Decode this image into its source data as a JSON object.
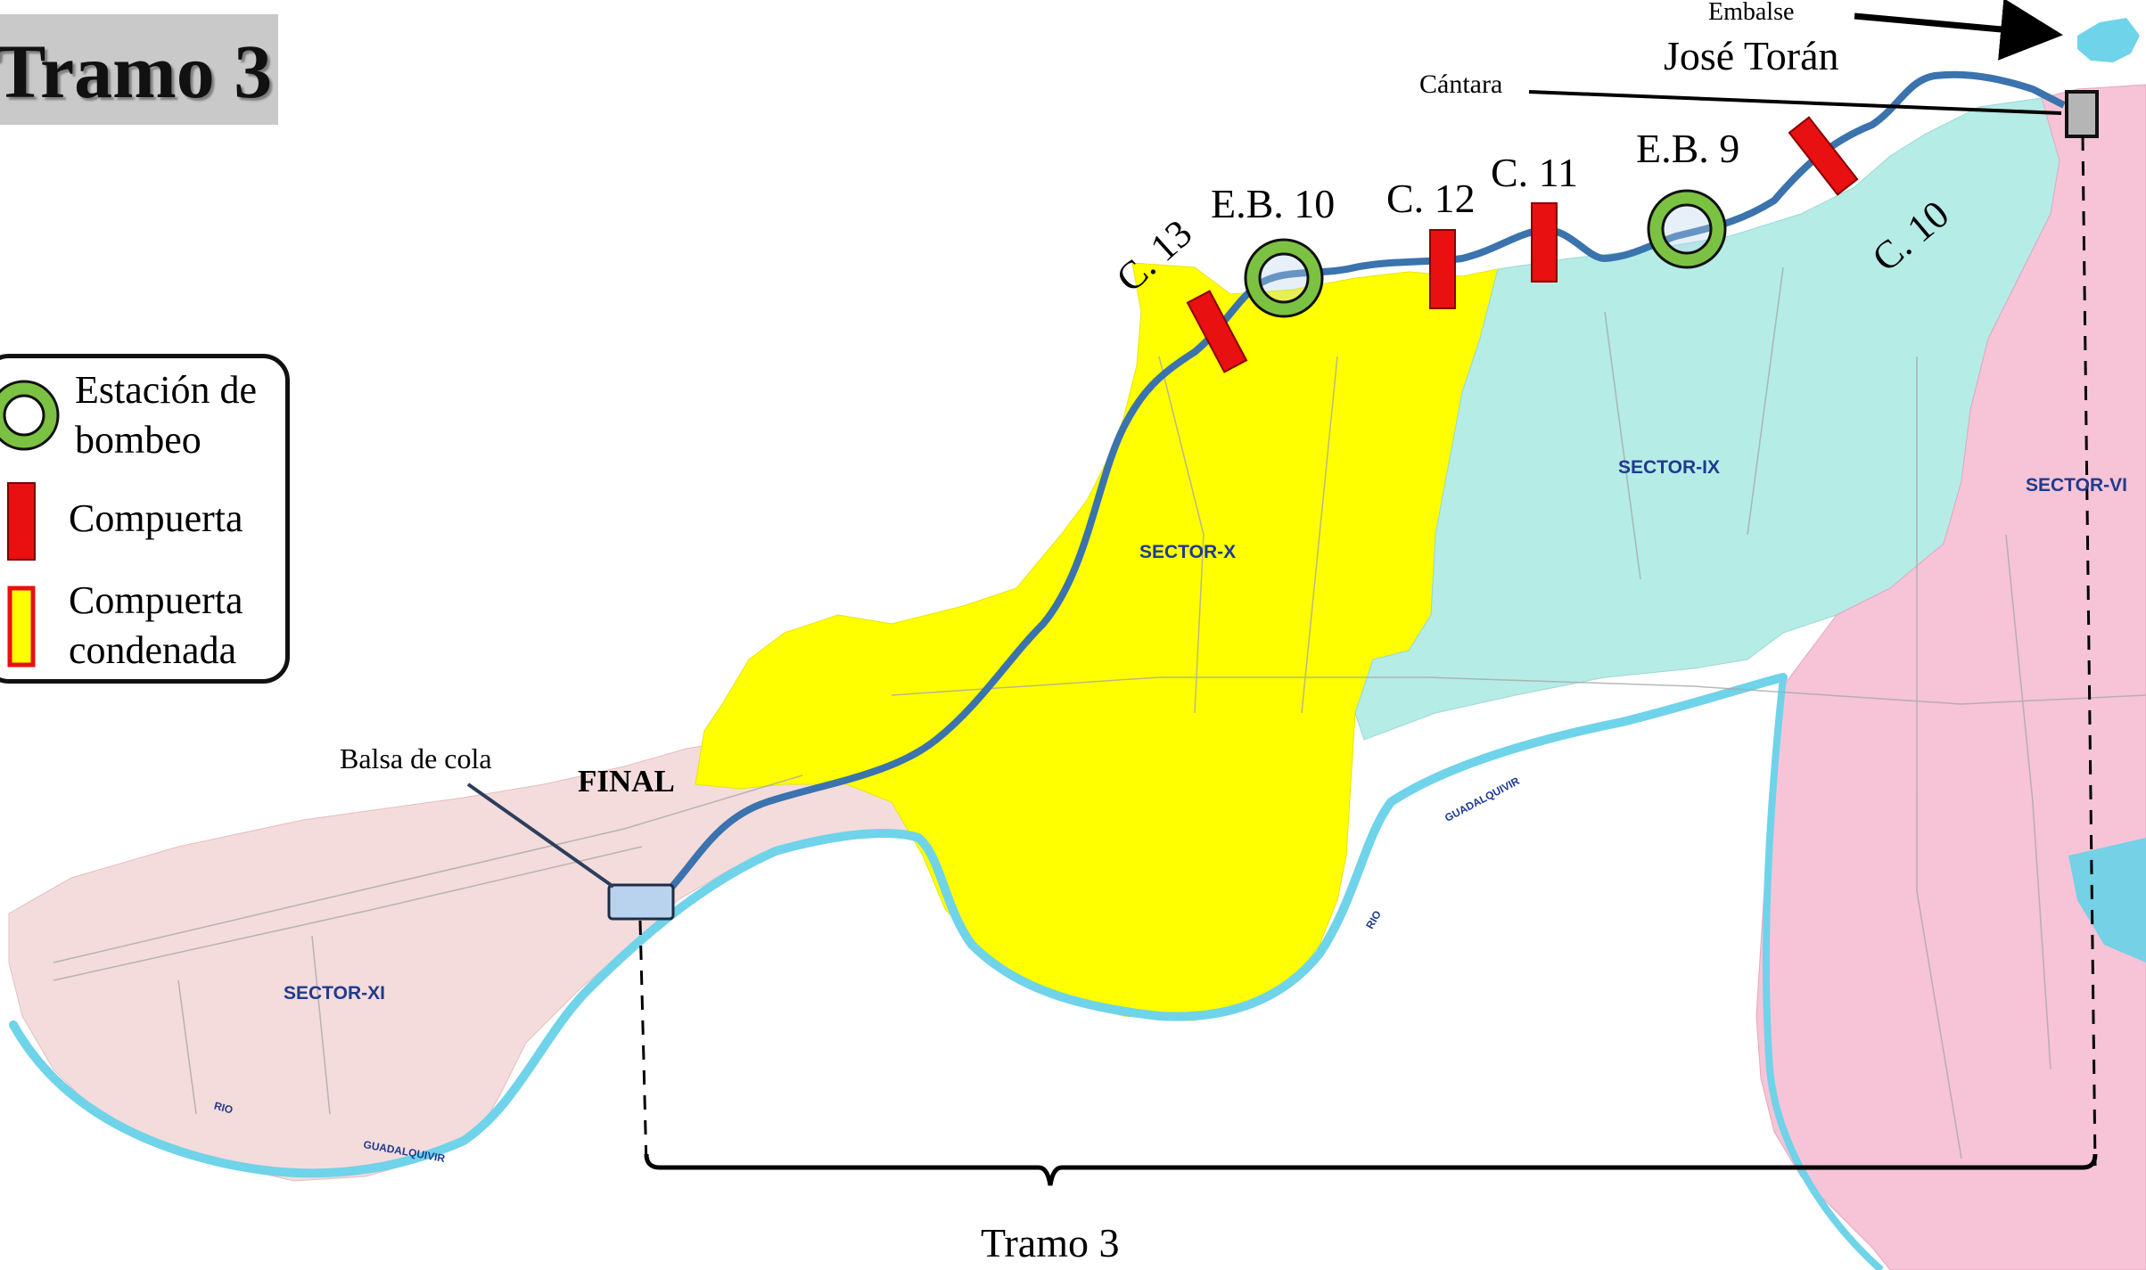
{
  "title": "Tramo 3",
  "legend": {
    "pump_label_1": "Estación de",
    "pump_label_2": "bombeo",
    "gate_label": "Compuerta",
    "condemned_label_1": "Compuerta",
    "condemned_label_2": "condenada"
  },
  "reservoir": {
    "line1": "Embalse",
    "line2": "José Torán"
  },
  "start_label": "Cántara",
  "pumps": [
    "E.B. 10",
    "E.B. 9"
  ],
  "gates": [
    "C. 13",
    "C. 12",
    "C. 11",
    "C. 10"
  ],
  "tail_pond": "Balsa de cola",
  "end_label": "FINAL",
  "span_label": "Tramo 3",
  "sectors": [
    "SECTOR-XI",
    "SECTOR-X",
    "SECTOR-IX",
    "SECTOR-VI"
  ],
  "river_labels": [
    "GUADALQUIVIR",
    "RIO",
    "GUADALQUIVIR",
    "RIO"
  ],
  "colors": {
    "sector_xi": "#f4dcdc",
    "sector_x": "#ffff00",
    "sector_ix": "#b5ece6",
    "sector_vi": "#f6c4d6",
    "river": "#6fd3ea",
    "canal": "#3a73ad",
    "gate": "#e81010",
    "pump_ring": "#7cc242",
    "title_bg": "#c9c9c9",
    "sector_text": "#1f3b8f"
  }
}
